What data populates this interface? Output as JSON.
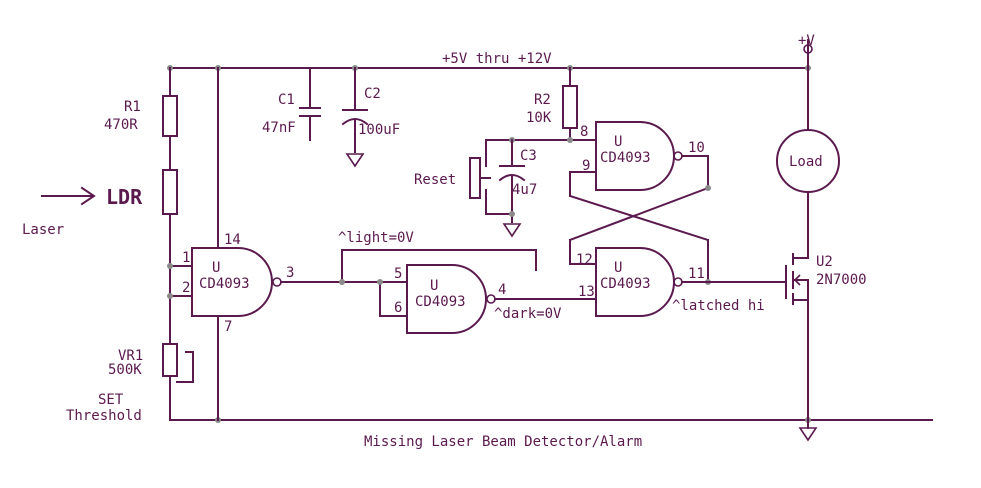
{
  "supply_label": "+5V thru +12V",
  "vplus_label": "+V",
  "title": "Missing Laser Beam Detector/Alarm",
  "laser_label": "Laser",
  "ldr_label": "LDR",
  "r1": {
    "name": "R1",
    "value": "470R"
  },
  "r2": {
    "name": "R2",
    "value": "10K"
  },
  "vr1": {
    "name": "VR1",
    "value": "500K"
  },
  "set_label": "SET",
  "threshold_label": "Threshold",
  "c1": {
    "name": "C1",
    "value": "47nF"
  },
  "c2": {
    "name": "C2",
    "value": "100uF"
  },
  "c3": {
    "name": "C3",
    "value": "4u7"
  },
  "reset_label": "Reset",
  "gate_prefix": "U",
  "gate_part": "CD4093",
  "u2": {
    "name": "U2",
    "value": "2N7000"
  },
  "load_label": "Load",
  "net_light": "^light=0V",
  "net_dark": "^dark=0V",
  "net_latched": "^latched hi",
  "pins": {
    "p1": "1",
    "p2": "2",
    "p3": "3",
    "p4": "4",
    "p5": "5",
    "p6": "6",
    "p7": "7",
    "p8": "8",
    "p9": "9",
    "p10": "10",
    "p11": "11",
    "p12": "12",
    "p13": "13",
    "p14": "14"
  }
}
